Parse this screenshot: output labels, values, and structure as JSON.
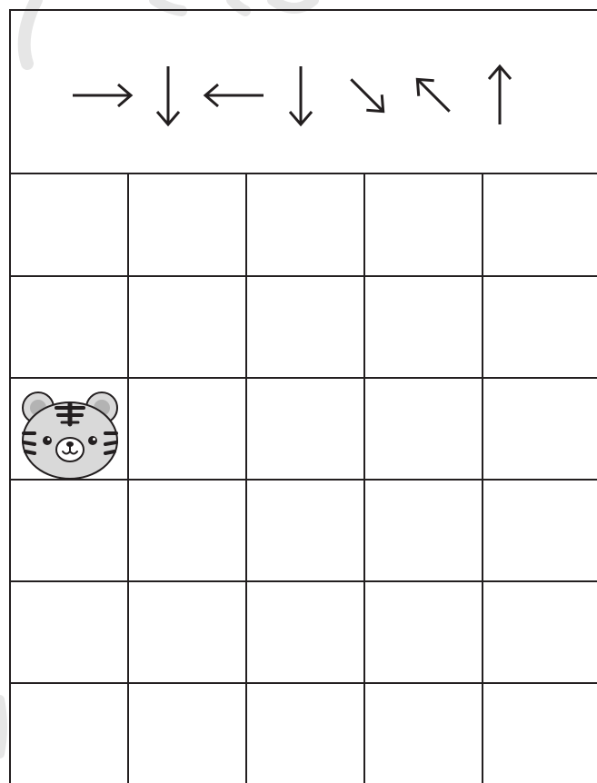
{
  "arrows": [
    {
      "direction": "right",
      "icon": "arrow-right-icon"
    },
    {
      "direction": "down",
      "icon": "arrow-down-icon"
    },
    {
      "direction": "left",
      "icon": "arrow-left-icon"
    },
    {
      "direction": "down",
      "icon": "arrow-down-icon"
    },
    {
      "direction": "down-right",
      "icon": "arrow-down-right-icon"
    },
    {
      "direction": "up-left",
      "icon": "arrow-up-left-icon"
    },
    {
      "direction": "up",
      "icon": "arrow-up-icon"
    }
  ],
  "grid": {
    "rows": 6,
    "columns": 5,
    "start_cell": {
      "row": 3,
      "column": 1,
      "character": "tiger-face-icon"
    }
  },
  "colors": {
    "line": "#231f20",
    "tiger_fill": "#d9d9d9",
    "tiger_ear_inner": "#b3b3b3",
    "watermark": "#e6e6e6"
  }
}
